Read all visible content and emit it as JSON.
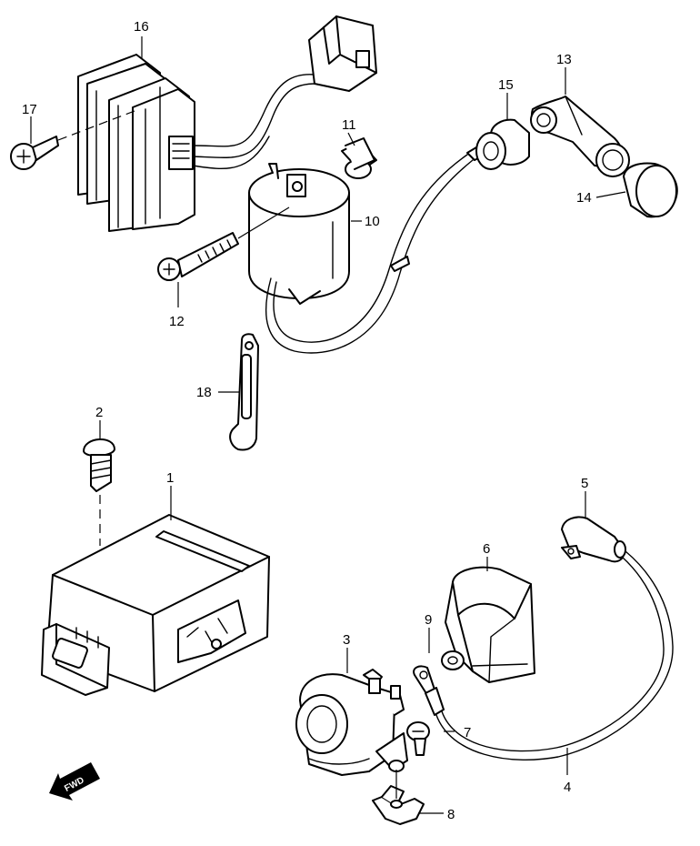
{
  "parts": [
    {
      "id": "part-1",
      "number": "1"
    },
    {
      "id": "part-2",
      "number": "2"
    },
    {
      "id": "part-3",
      "number": "3"
    },
    {
      "id": "part-4",
      "number": "4"
    },
    {
      "id": "part-5",
      "number": "5"
    },
    {
      "id": "part-6",
      "number": "6"
    },
    {
      "id": "part-7",
      "number": "7"
    },
    {
      "id": "part-8",
      "number": "8"
    },
    {
      "id": "part-9",
      "number": "9"
    },
    {
      "id": "part-10",
      "number": "10"
    },
    {
      "id": "part-11",
      "number": "11"
    },
    {
      "id": "part-12",
      "number": "12"
    },
    {
      "id": "part-13",
      "number": "13"
    },
    {
      "id": "part-14",
      "number": "14"
    },
    {
      "id": "part-15",
      "number": "15"
    },
    {
      "id": "part-16",
      "number": "16"
    },
    {
      "id": "part-17",
      "number": "17"
    },
    {
      "id": "part-18",
      "number": "18"
    }
  ],
  "fwd_label": "FWD",
  "colors": {
    "line": "#000000",
    "background": "#ffffff"
  }
}
